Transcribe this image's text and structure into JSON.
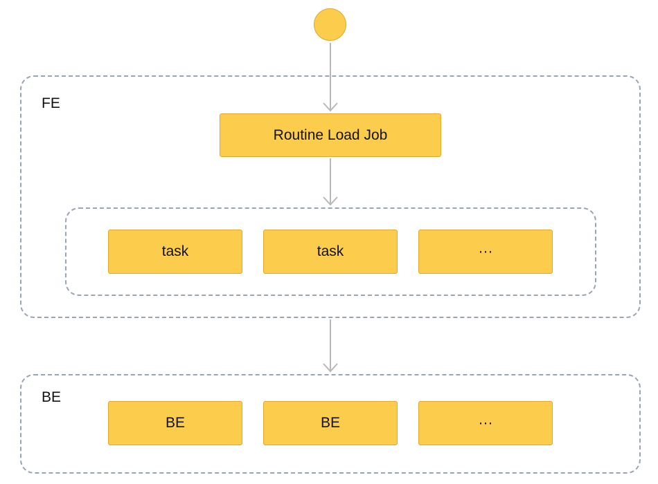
{
  "colors": {
    "node_fill": "#fccc4d",
    "node_border": "#e0a82e",
    "group_border": "#9aa4b0",
    "arrow": "#b8b8b8"
  },
  "groups": {
    "fe": {
      "label": "FE"
    },
    "be": {
      "label": "BE"
    }
  },
  "start_node": {
    "shape": "circle"
  },
  "job_node": {
    "label": "Routine Load Job"
  },
  "task_nodes": [
    {
      "label": "task"
    },
    {
      "label": "task"
    },
    {
      "label": "···"
    }
  ],
  "be_nodes": [
    {
      "label": "BE"
    },
    {
      "label": "BE"
    },
    {
      "label": "···"
    }
  ],
  "edges": [
    {
      "from": "start",
      "to": "job"
    },
    {
      "from": "job",
      "to": "tasks"
    },
    {
      "from": "fe",
      "to": "be"
    }
  ]
}
